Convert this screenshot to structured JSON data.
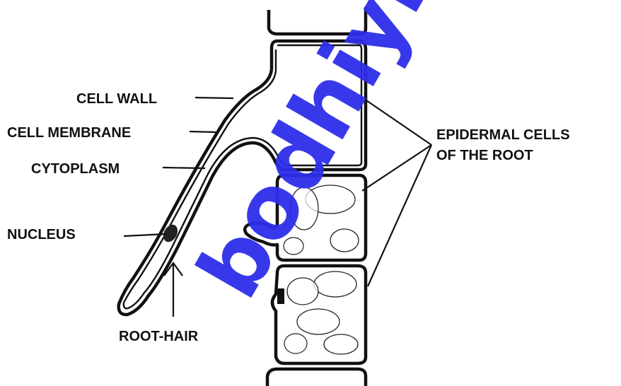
{
  "labels": {
    "cell_wall": "CELL WALL",
    "cell_membrane": "CELL MEMBRANE",
    "cytoplasm": "CYTOPLASM",
    "nucleus": "NUCLEUS",
    "root_hair": "ROOT-HAIR",
    "epidermal_line1": "EPIDERMAL CELLS",
    "epidermal_line2": "OF THE ROOT"
  },
  "watermark": {
    "text": "bodhiyla.",
    "color": "#2e2eea"
  },
  "colors": {
    "ink": "#111111",
    "background": "#ffffff"
  }
}
